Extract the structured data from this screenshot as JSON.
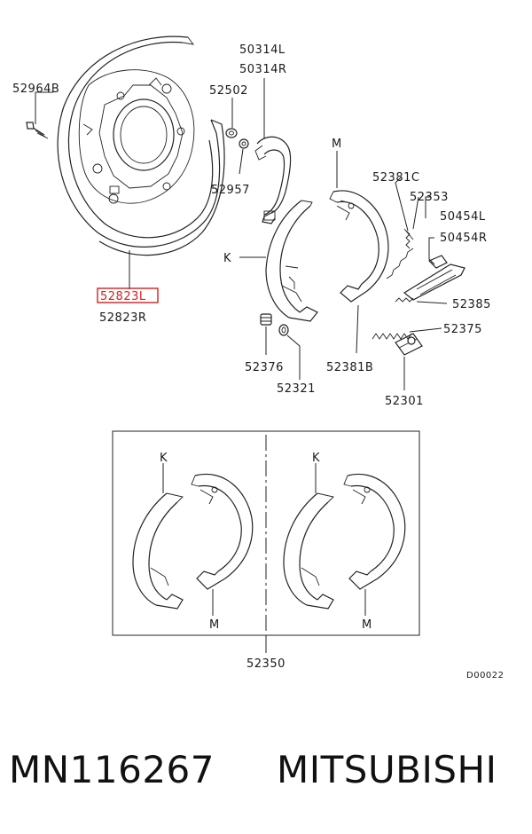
{
  "labels": {
    "p52964B": "52964B",
    "p50314L": "50314L",
    "p50314R": "50314R",
    "p52502": "52502",
    "p52957": "52957",
    "p52823L": "52823L",
    "p52823R": "52823R",
    "pM1": "M",
    "pK1": "K",
    "p52381C": "52381C",
    "p52353": "52353",
    "p50454L": "50454L",
    "p50454R": "50454R",
    "p52385": "52385",
    "p52375": "52375",
    "p52376": "52376",
    "p52321": "52321",
    "p52381B": "52381B",
    "p52301": "52301",
    "pK2": "K",
    "pK3": "K",
    "pM2": "M",
    "pM3": "M",
    "p52350": "52350",
    "docId": "D00022"
  },
  "highlight_color": "#d42020",
  "highlighted_part": "52823L",
  "footer": {
    "part_number": "MN116267",
    "brand": "MITSUBISHI"
  }
}
